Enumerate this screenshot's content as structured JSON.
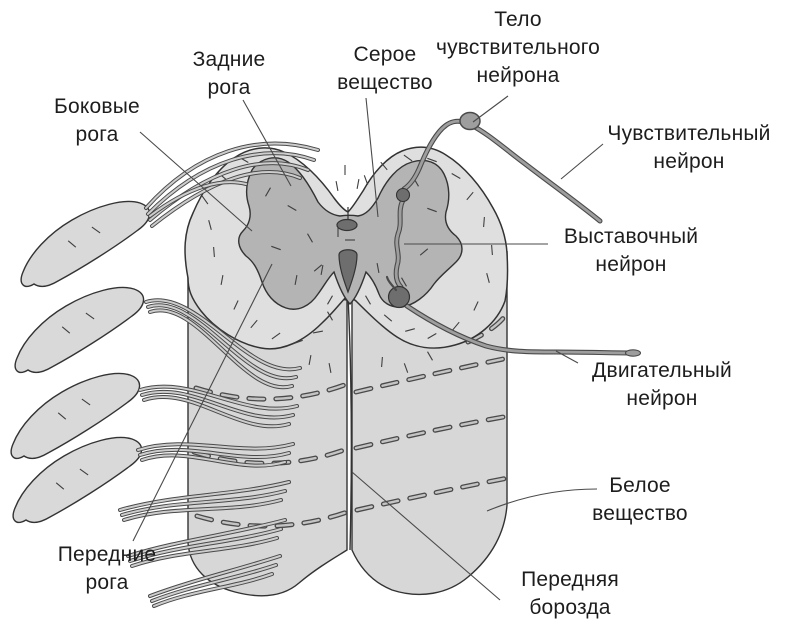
{
  "figure": "spinal-cord-structure-diagram",
  "labels": [
    {
      "name": "telo-chuvstvitelnogo-neyrona",
      "text": "Тело\nчувствительного\nнейрона"
    },
    {
      "name": "zadnie-roga",
      "text": "Задние\nрога"
    },
    {
      "name": "seroe-veshchestvo",
      "text": "Серое\nвещество"
    },
    {
      "name": "bokovye-roga",
      "text": "Боковые\nрога"
    },
    {
      "name": "chuvstvitelnyy-neyron",
      "text": "Чувствительный\nнейрон"
    },
    {
      "name": "vystavochnyy-neyron",
      "text": "Выставочный\nнейрон"
    },
    {
      "name": "dvigatelnyy-neyron",
      "text": "Двигательный\nнейрон"
    },
    {
      "name": "beloe-veshchestvo",
      "text": "Белое\nвещество"
    },
    {
      "name": "perednie-roga",
      "text": "Передние\nрога"
    },
    {
      "name": "perednyaya-borozda",
      "text": "Передняя\nборозда"
    }
  ],
  "colors": {
    "background": "#ffffff",
    "white-matter": "#dfdfdf",
    "cord-body": "#d7d7d7",
    "gray-matter": "#b4b4b4",
    "dark-structure": "#6e6e6e",
    "outline": "#333333",
    "fiber-edge": "#4a4a4a",
    "fiber-core": "#cdcdcd",
    "neuron-core": "#9e9e9e",
    "dash-core": "#c4c4c4",
    "ganglion-fill": "#d9d9d9",
    "leader-line": "#4a4a4a",
    "label-text": "#1d1d1d"
  }
}
